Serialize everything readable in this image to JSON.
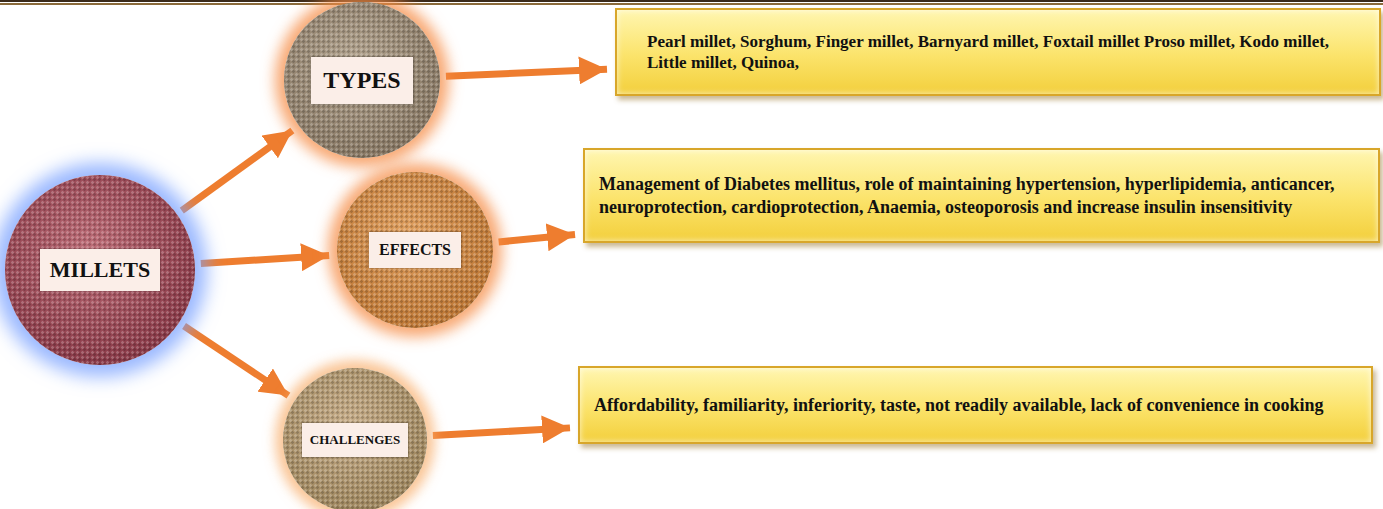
{
  "diagram": {
    "nodes": [
      {
        "text": [
          "MILLETS"
        ]
      },
      {
        "text": [
          "TYPES"
        ]
      },
      {
        "text": [
          "Pearl millet, Sorghum, Finger millet, Barnyard millet, Foxtail millet Proso millet, Kodo millet, Little millet, Quinoa,"
        ]
      },
      {
        "text": [
          "EFFECTS"
        ]
      },
      {
        "text": [
          "Management of Diabetes mellitus, role of maintaining hypertension, hyperlipidemia, anticancer, neuroprotection, cardioprotection, Anaemia, osteoporosis and increase insulin insensitivity"
        ]
      },
      {
        "text": [
          "CHALLENGES"
        ]
      },
      {
        "text": [
          "Affordability, familiarity, inferiority, taste, not readily available, lack of convenience in cooking"
        ]
      }
    ],
    "edges": [
      {
        "from": 0,
        "to": 1,
        "arrow": "to"
      },
      {
        "from": 0,
        "to": 3,
        "arrow": "to"
      },
      {
        "from": 0,
        "to": 5,
        "arrow": "to"
      },
      {
        "from": 1,
        "to": 2,
        "arrow": "to"
      },
      {
        "from": 3,
        "to": 4,
        "arrow": "to"
      },
      {
        "from": 5,
        "to": 6,
        "arrow": "to"
      }
    ]
  }
}
